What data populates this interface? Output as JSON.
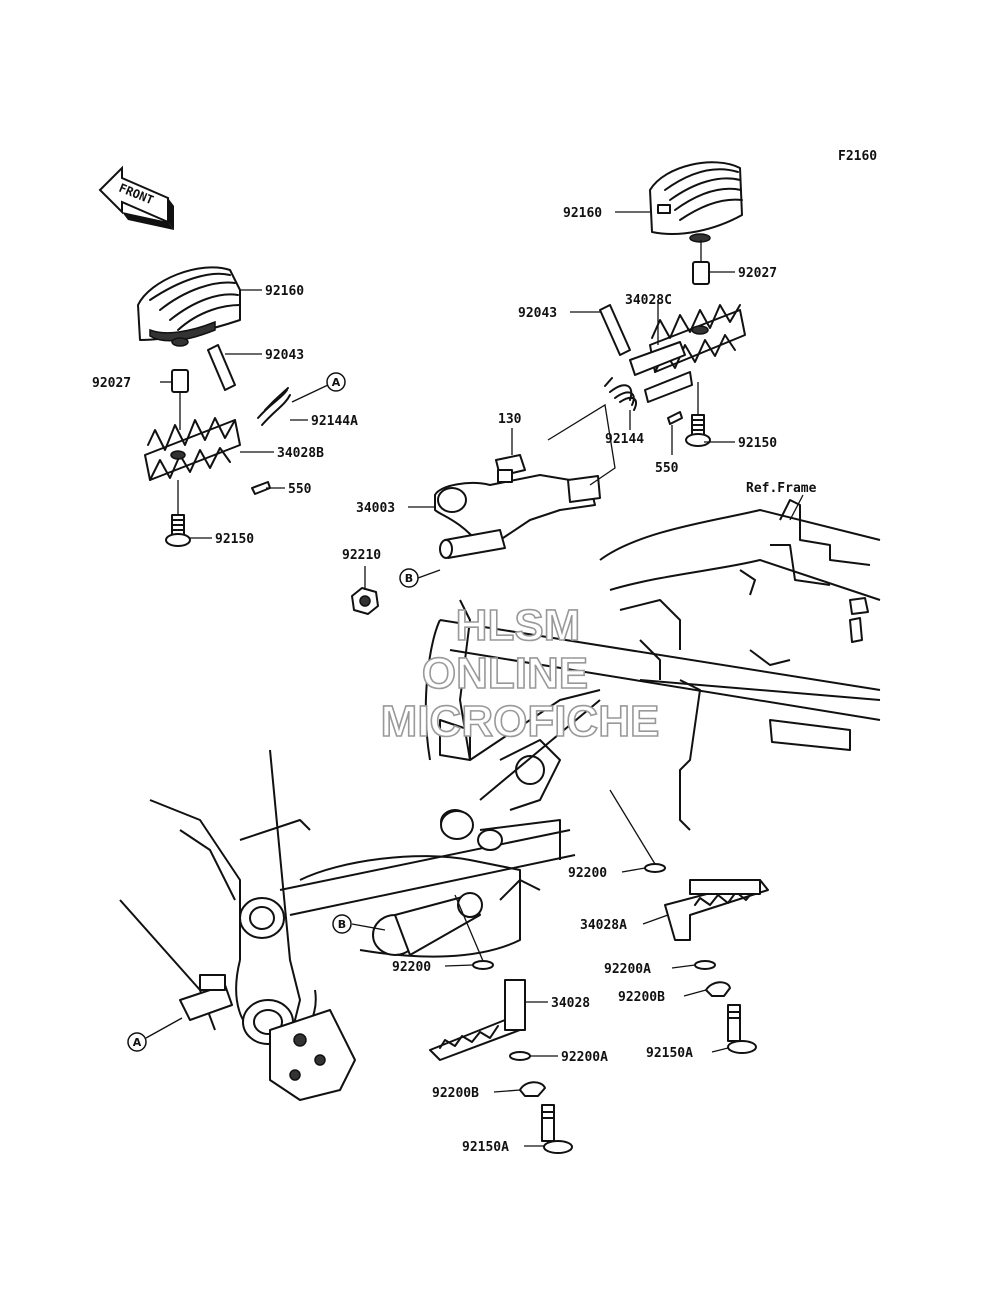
{
  "figure_code": "F2160",
  "front_label": "FRONT",
  "ref_frame_label": "Ref.Frame",
  "watermark": [
    "HLSM",
    "ONLINE",
    "MICROFICHE"
  ],
  "callouts": {
    "A": "A",
    "B": "B"
  },
  "part_labels": {
    "p92160_left": "92160",
    "p92043_left": "92043",
    "p92027_left": "92027",
    "p92144A": "92144A",
    "p34028B": "34028B",
    "p550_left": "550",
    "p92150_left": "92150",
    "p92160_right": "92160",
    "p92027_right": "92027",
    "p92043_right": "92043",
    "p34028C": "34028C",
    "p130": "130",
    "p92144": "92144",
    "p550_right": "550",
    "p92150_right": "92150",
    "p34003": "34003",
    "p92210": "92210",
    "p92200_upper": "92200",
    "p34028A": "34028A",
    "p92200A_right": "92200A",
    "p92200B_right": "92200B",
    "p92150A_right": "92150A",
    "p92200_lower": "92200",
    "p34028": "34028",
    "p92200A_lower": "92200A",
    "p92200B_lower": "92200B",
    "p92150A_lower": "92150A"
  }
}
